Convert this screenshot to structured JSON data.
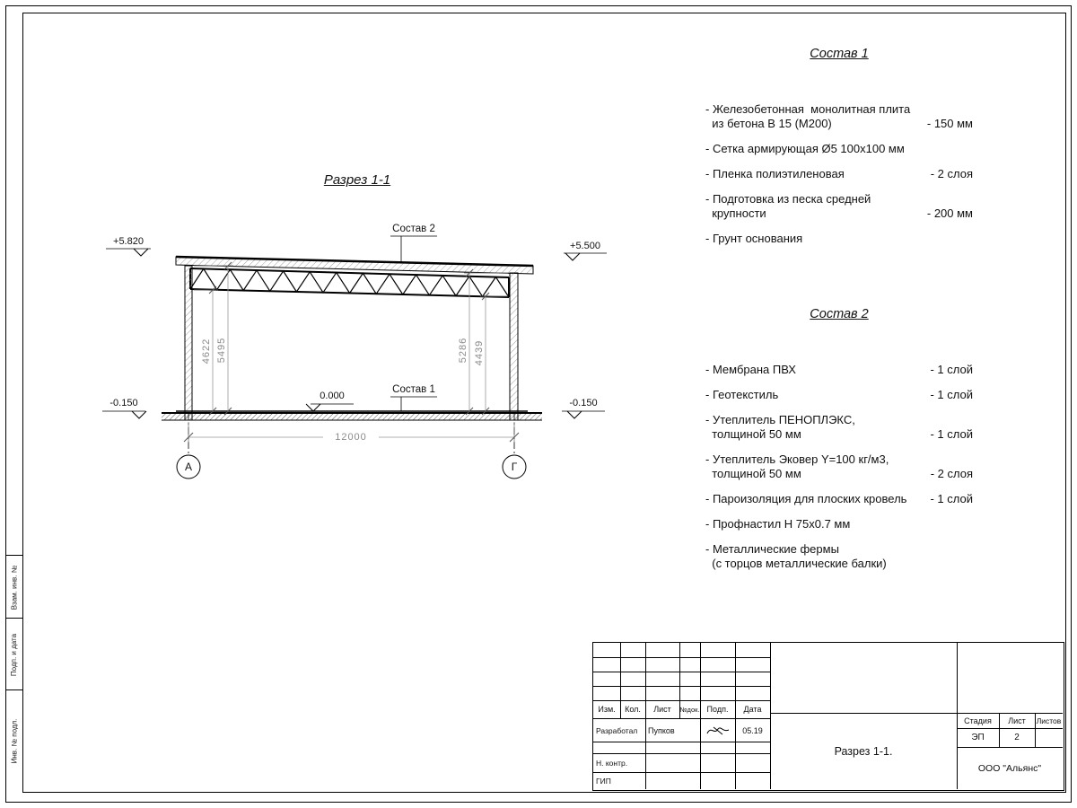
{
  "drawing": {
    "section_title": "Разрез 1-1",
    "callout_top": "Состав 2",
    "callout_bottom": "Состав 1",
    "elev_roof_left": "+5.820",
    "elev_roof_right": "+5.500",
    "elev_floor": "0.000",
    "elev_ground_left": "-0.150",
    "elev_ground_right": "-0.150",
    "dim_span": "12000",
    "dim_left_inner": "4622",
    "dim_left_outer": "5495",
    "dim_right_inner": "5286",
    "dim_right_outer": "4439",
    "axis_left": "А",
    "axis_right": "Г"
  },
  "sostav1": {
    "heading": "Состав 1",
    "items": [
      {
        "text": "- Железобетонная  монолитная плита\n  из бетона В 15 (М200)",
        "value": "- 150 мм"
      },
      {
        "text": "- Сетка армирующая Ø5 100x100 мм",
        "value": ""
      },
      {
        "text": "- Пленка полиэтиленовая",
        "value": "- 2 слоя"
      },
      {
        "text": "- Подготовка из песка средней\n  крупности",
        "value": "- 200 мм"
      },
      {
        "text": "- Грунт основания",
        "value": ""
      }
    ]
  },
  "sostav2": {
    "heading": "Состав 2",
    "items": [
      {
        "text": "- Мембрана ПВХ",
        "value": "- 1 слой"
      },
      {
        "text": "- Геотекстиль",
        "value": "- 1 слой"
      },
      {
        "text": "- Утеплитель ПЕНОПЛЭКС,\n  толщиной 50 мм",
        "value": "- 1 слой"
      },
      {
        "text": "- Утеплитель Эковер Y=100 кг/м3,\n  толщиной 50 мм",
        "value": "- 2 слоя"
      },
      {
        "text": "- Пароизоляция для плоских кровель",
        "value": "- 1 слой"
      },
      {
        "text": "- Профнастил Н 75х0.7 мм",
        "value": ""
      },
      {
        "text": "- Металлические фермы\n  (с торцов металлические балки)",
        "value": ""
      }
    ]
  },
  "titleblock": {
    "rev_headers": [
      "Изм.",
      "Кол.",
      "Лист",
      "№док.",
      "Подп.",
      "Дата"
    ],
    "row_developer_role": "Разработал",
    "row_developer_name": "Пупков",
    "row_developer_date": "05.19",
    "row_ncontrol": "Н. контр.",
    "row_gip": "ГИП",
    "stage_header": "Стадия",
    "sheet_header": "Лист",
    "sheets_header": "Листов",
    "stage_value": "ЭП",
    "sheet_value": "2",
    "doc_title": "Разрез 1-1.",
    "company": "ООО \"Альянс\""
  },
  "frame": {
    "labels": [
      "Взам. инв. №",
      "Подп. и дата",
      "Инв. № подл."
    ]
  }
}
